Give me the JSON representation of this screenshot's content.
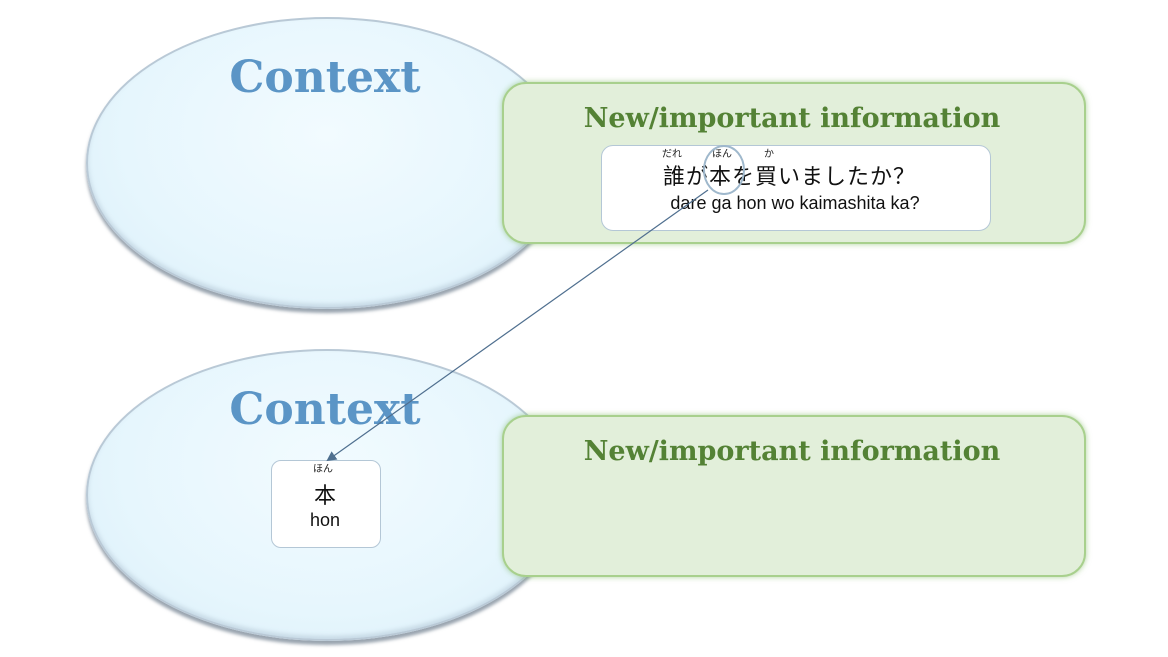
{
  "top": {
    "context_label": "Context",
    "info_label": "New/important information",
    "sentence": {
      "furigana": [
        "だれ",
        "ほん",
        "か"
      ],
      "japanese": "誰が本を買いましたか？",
      "romaji": "dare ga hon wo kaimashita ka?"
    }
  },
  "bottom": {
    "context_label": "Context",
    "info_label": "New/important information",
    "word": {
      "furigana": "ほん",
      "kanji": "本",
      "romaji": "hon"
    }
  },
  "colors": {
    "context_title": "#5b95c6",
    "info_title": "#548235",
    "ellipse_fill": "#e6f6fd",
    "info_fill": "#e2efda",
    "connector": "#4f6f8f"
  }
}
